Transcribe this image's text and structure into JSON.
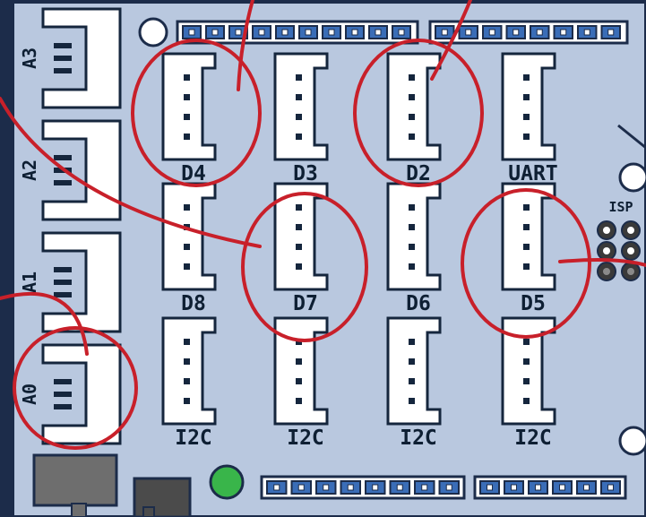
{
  "board": {
    "colors": {
      "board": "#b9c8df",
      "board_edge": "#1c2c4a",
      "connector": "#ffffff",
      "connector_edge": "#15263d",
      "header_fill": "#3a6db7",
      "annotation": "#c8202a",
      "led": "#39b54a"
    },
    "analog_ports": [
      "A3",
      "A2",
      "A1",
      "A0"
    ],
    "grove_rows": [
      [
        "D4",
        "D3",
        "D2",
        "UART"
      ],
      [
        "D8",
        "D7",
        "D6",
        "D5"
      ],
      [
        "I2C",
        "I2C",
        "I2C",
        "I2C"
      ]
    ],
    "isp_label": "ISP",
    "highlighted_ports": [
      "D4",
      "D2",
      "D7",
      "D5",
      "A0"
    ]
  }
}
